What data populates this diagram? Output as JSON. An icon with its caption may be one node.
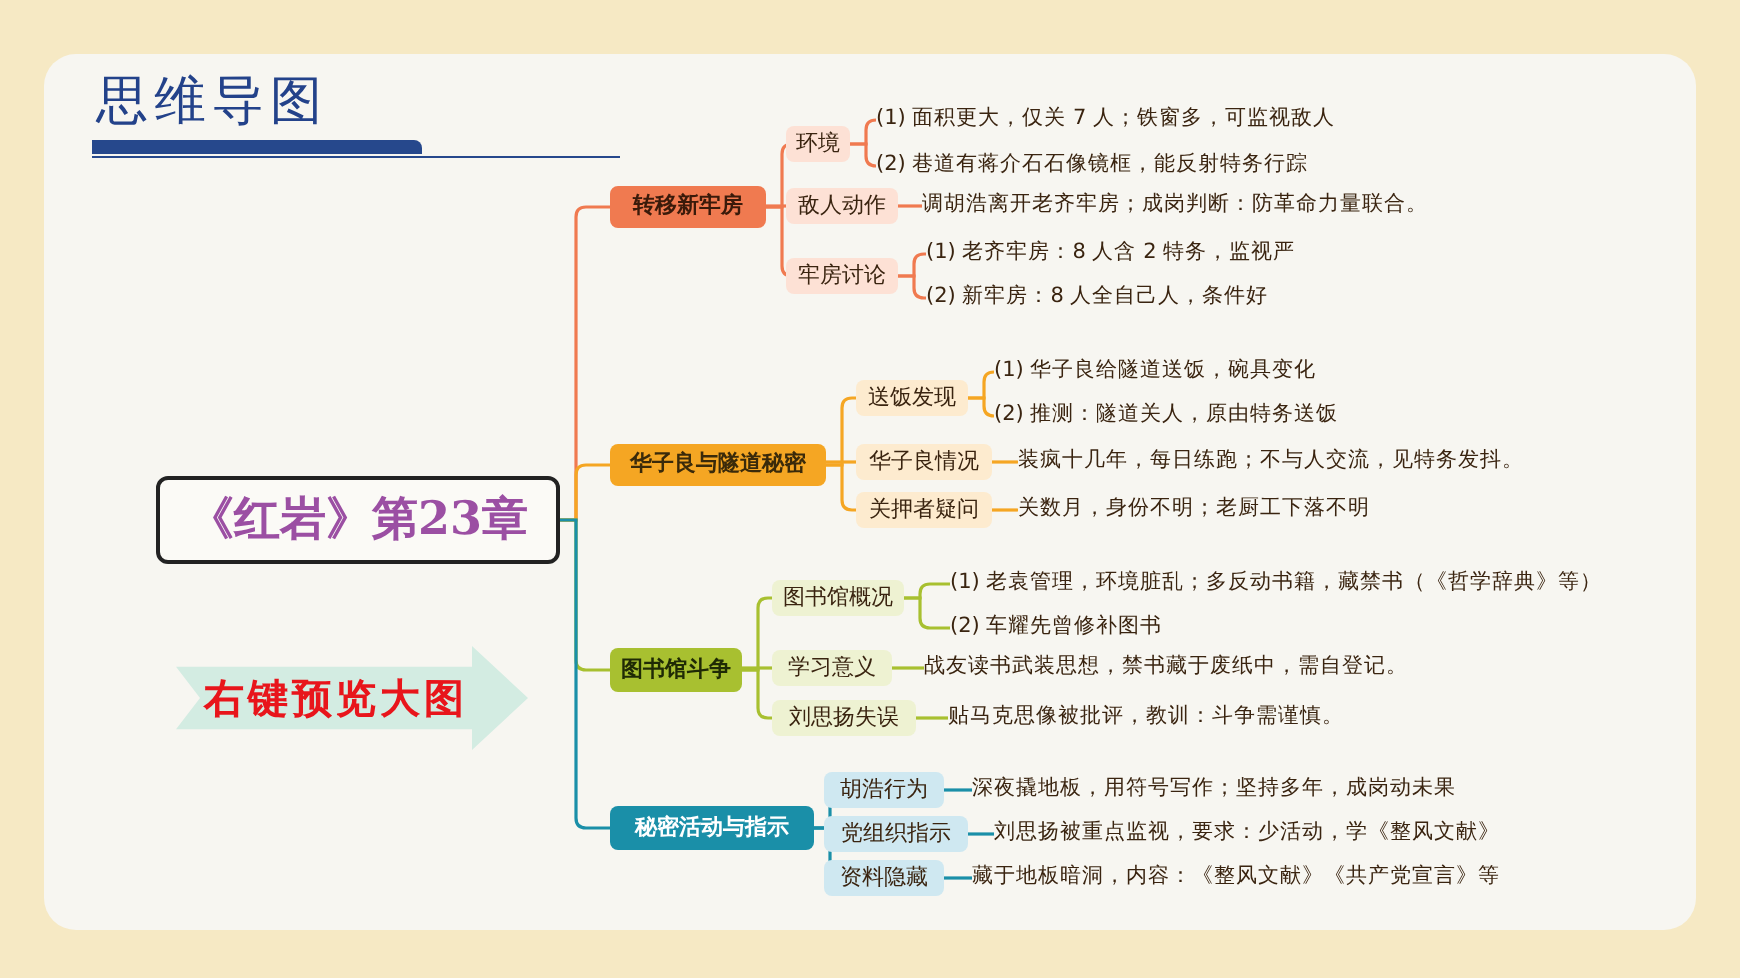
{
  "diagram": {
    "title": "思维导图",
    "nodes": [
      {
        "text": [
          "《红岩》第23章"
        ]
      },
      {
        "text": [
          "转移新牢房"
        ]
      },
      {
        "text": [
          "环境"
        ]
      },
      {
        "text": [
          "(1) 面积更大，仅关 7 人；铁窗多，可监视敌人"
        ]
      },
      {
        "text": [
          "(2) 巷道有蒋介石石像镜框，能反射特务行踪"
        ]
      },
      {
        "text": [
          "敌人动作"
        ]
      },
      {
        "text": [
          "调胡浩离开老齐牢房；成岗判断：防革命力量联合。"
        ]
      },
      {
        "text": [
          "牢房讨论"
        ]
      },
      {
        "text": [
          "(1) 老齐牢房：8 人含 2 特务，监视严"
        ]
      },
      {
        "text": [
          "(2) 新牢房：8 人全自己人，条件好"
        ]
      },
      {
        "text": [
          "华子良与隧道秘密"
        ]
      },
      {
        "text": [
          "送饭发现"
        ]
      },
      {
        "text": [
          "(1) 华子良给隧道送饭，碗具变化"
        ]
      },
      {
        "text": [
          "(2) 推测：隧道关人，原由特务送饭"
        ]
      },
      {
        "text": [
          "华子良情况"
        ]
      },
      {
        "text": [
          "装疯十几年，每日练跑；不与人交流，见特务发抖。"
        ]
      },
      {
        "text": [
          "关押者疑问"
        ]
      },
      {
        "text": [
          "关数月，身份不明；老厨工下落不明"
        ]
      },
      {
        "text": [
          "图书馆斗争"
        ]
      },
      {
        "text": [
          "图书馆概况"
        ]
      },
      {
        "text": [
          "(1) 老袁管理，环境脏乱；多反动书籍，藏禁书（《哲学辞典》等）"
        ]
      },
      {
        "text": [
          "(2) 车耀先曾修补图书"
        ]
      },
      {
        "text": [
          "学习意义"
        ]
      },
      {
        "text": [
          "战友读书武装思想，禁书藏于废纸中，需自登记。"
        ]
      },
      {
        "text": [
          "刘思扬失误"
        ]
      },
      {
        "text": [
          "贴马克思像被批评，教训：斗争需谨慎。"
        ]
      },
      {
        "text": [
          "秘密活动与指示"
        ]
      },
      {
        "text": [
          "胡浩行为"
        ]
      },
      {
        "text": [
          "深夜撬地板，用符号写作；坚持多年，成岗动未果"
        ]
      },
      {
        "text": [
          "党组织指示"
        ]
      },
      {
        "text": [
          "刘思扬被重点监视，要求：少活动，学《整风文献》"
        ]
      },
      {
        "text": [
          "资料隐藏"
        ]
      },
      {
        "text": [
          "藏于地板暗洞，内容：《整风文献》《共产党宣言》等"
        ]
      },
      {
        "text": [
          "右键预览大图"
        ]
      }
    ],
    "edges": [
      {
        "from": 0,
        "to": 1,
        "arrow": "none",
        "color": "#f07a50"
      },
      {
        "from": 1,
        "to": 2,
        "arrow": "none",
        "color": "#f07a50"
      },
      {
        "from": 2,
        "to": 3,
        "arrow": "none",
        "color": "#f07a50"
      },
      {
        "from": 2,
        "to": 4,
        "arrow": "none",
        "color": "#f07a50"
      },
      {
        "from": 1,
        "to": 5,
        "arrow": "none",
        "color": "#f07a50"
      },
      {
        "from": 5,
        "to": 6,
        "arrow": "none",
        "color": "#f07a50"
      },
      {
        "from": 1,
        "to": 7,
        "arrow": "none",
        "color": "#f07a50"
      },
      {
        "from": 7,
        "to": 8,
        "arrow": "none",
        "color": "#f07a50"
      },
      {
        "from": 7,
        "to": 9,
        "arrow": "none",
        "color": "#f07a50"
      },
      {
        "from": 0,
        "to": 10,
        "arrow": "none",
        "color": "#f5a623"
      },
      {
        "from": 10,
        "to": 11,
        "arrow": "none",
        "color": "#f5a623"
      },
      {
        "from": 11,
        "to": 12,
        "arrow": "none",
        "color": "#f5a623"
      },
      {
        "from": 11,
        "to": 13,
        "arrow": "none",
        "color": "#f5a623"
      },
      {
        "from": 10,
        "to": 14,
        "arrow": "none",
        "color": "#f5a623"
      },
      {
        "from": 14,
        "to": 15,
        "arrow": "none",
        "color": "#f5a623"
      },
      {
        "from": 10,
        "to": 16,
        "arrow": "none",
        "color": "#f5a623"
      },
      {
        "from": 16,
        "to": 17,
        "arrow": "none",
        "color": "#f5a623"
      },
      {
        "from": 0,
        "to": 18,
        "arrow": "none",
        "color": "#a8c030"
      },
      {
        "from": 18,
        "to": 19,
        "arrow": "none",
        "color": "#a8c030"
      },
      {
        "from": 19,
        "to": 20,
        "arrow": "none",
        "color": "#a8c030"
      },
      {
        "from": 19,
        "to": 21,
        "arrow": "none",
        "color": "#a8c030"
      },
      {
        "from": 18,
        "to": 22,
        "arrow": "none",
        "color": "#a8c030"
      },
      {
        "from": 22,
        "to": 23,
        "arrow": "none",
        "color": "#a8c030"
      },
      {
        "from": 18,
        "to": 24,
        "arrow": "none",
        "color": "#a8c030"
      },
      {
        "from": 24,
        "to": 25,
        "arrow": "none",
        "color": "#a8c030"
      },
      {
        "from": 0,
        "to": 26,
        "arrow": "none",
        "color": "#1a8fa8"
      },
      {
        "from": 26,
        "to": 27,
        "arrow": "none",
        "color": "#1a8fa8"
      },
      {
        "from": 27,
        "to": 28,
        "arrow": "none",
        "color": "#1a8fa8"
      },
      {
        "from": 26,
        "to": 29,
        "arrow": "none",
        "color": "#1a8fa8"
      },
      {
        "from": 29,
        "to": 30,
        "arrow": "none",
        "color": "#1a8fa8"
      },
      {
        "from": 26,
        "to": 31,
        "arrow": "none",
        "color": "#1a8fa8"
      },
      {
        "from": 31,
        "to": 32,
        "arrow": "none",
        "color": "#1a8fa8"
      }
    ]
  }
}
